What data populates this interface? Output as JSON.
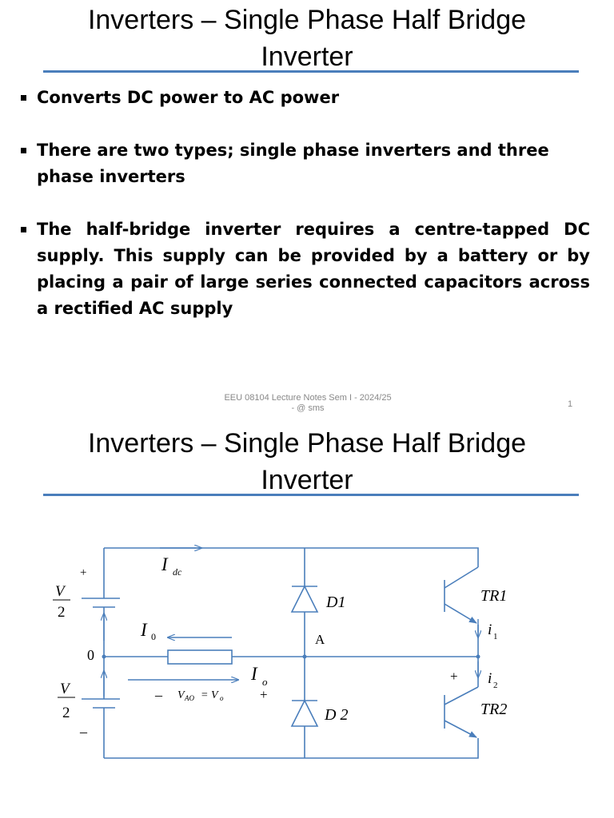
{
  "slide1": {
    "title_line1": "Inverters – Single Phase Half Bridge",
    "title_line2": "Inverter",
    "bullets": [
      "Converts DC power to AC power",
      "There are two types; single phase inverters and three phase inverters",
      "The half-bridge  inverter requires a centre-tapped DC supply. This supply can be provided by a battery or by placing a pair of large series connected capacitors across a rectified  AC supply"
    ],
    "footer_line1": "EEU 08104 Lecture Notes Sem I - 2024/25",
    "footer_line2": "- @ sms",
    "page_number": "1"
  },
  "slide2": {
    "title_line1": "Inverters – Single Phase Half Bridge",
    "title_line2": "Inverter"
  },
  "circuit": {
    "plus_top": "+",
    "v_top_num": "V",
    "v_top_den": "2",
    "zero": "0",
    "v_bot_num": "V",
    "v_bot_den": "2",
    "minus_bottom": "–",
    "idc_main": "I",
    "idc_sub": "dc",
    "i0_main": "I",
    "i0_sub": "0",
    "io_main": "I",
    "io_sub": "o",
    "vao_minus": "–",
    "vao_label": "V",
    "vao_sub": "AO",
    "vao_eq": "= V",
    "vao_eq_sub": "o",
    "vao_plus": "+",
    "node_a": "A",
    "d1": "D1",
    "d2": "D 2",
    "tr1": "TR1",
    "tr2": "TR2",
    "i1_main": "i",
    "i1_sub": "1",
    "i2_main": "i",
    "i2_sub": "2",
    "plus_right": "+"
  },
  "colors": {
    "accent": "#4a7ebb",
    "wire": "#4a7ebb"
  }
}
